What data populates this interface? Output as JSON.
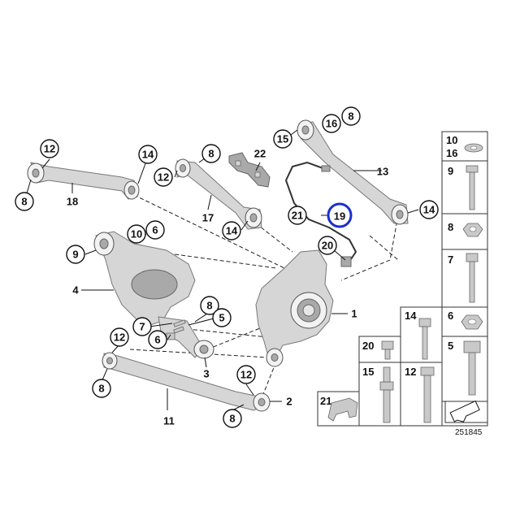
{
  "callouts": {
    "c12_left": "12",
    "c14_left": "14",
    "c8_left": "8",
    "c18": "18",
    "c8_arm17": "8",
    "c12_arm17": "12",
    "c17": "17",
    "c14_arm17": "14",
    "c22": "22",
    "c16_top": "16",
    "c8_top": "8",
    "c15_top": "15",
    "c13": "13",
    "c14_right": "14",
    "c21": "21",
    "c19": "19",
    "c20": "20",
    "c10": "10",
    "c6_top": "6",
    "c9": "9",
    "c4": "4",
    "c8_mid": "8",
    "c5": "5",
    "c7": "7",
    "c6_mid": "6",
    "c3": "3",
    "c1": "1",
    "c12_low": "12",
    "c8_low_left": "8",
    "c11": "11",
    "c12_low_right": "12",
    "c2": "2",
    "c8_low_right": "8"
  },
  "hardware_table": {
    "col_right": [
      "10",
      "16",
      "9",
      "8",
      "7",
      "6",
      "5"
    ],
    "col_mid": [
      "14",
      "12"
    ],
    "col_left": [
      "20",
      "15",
      "21"
    ]
  },
  "reference_number": "251845",
  "highlight_color": "#1a2fcf"
}
